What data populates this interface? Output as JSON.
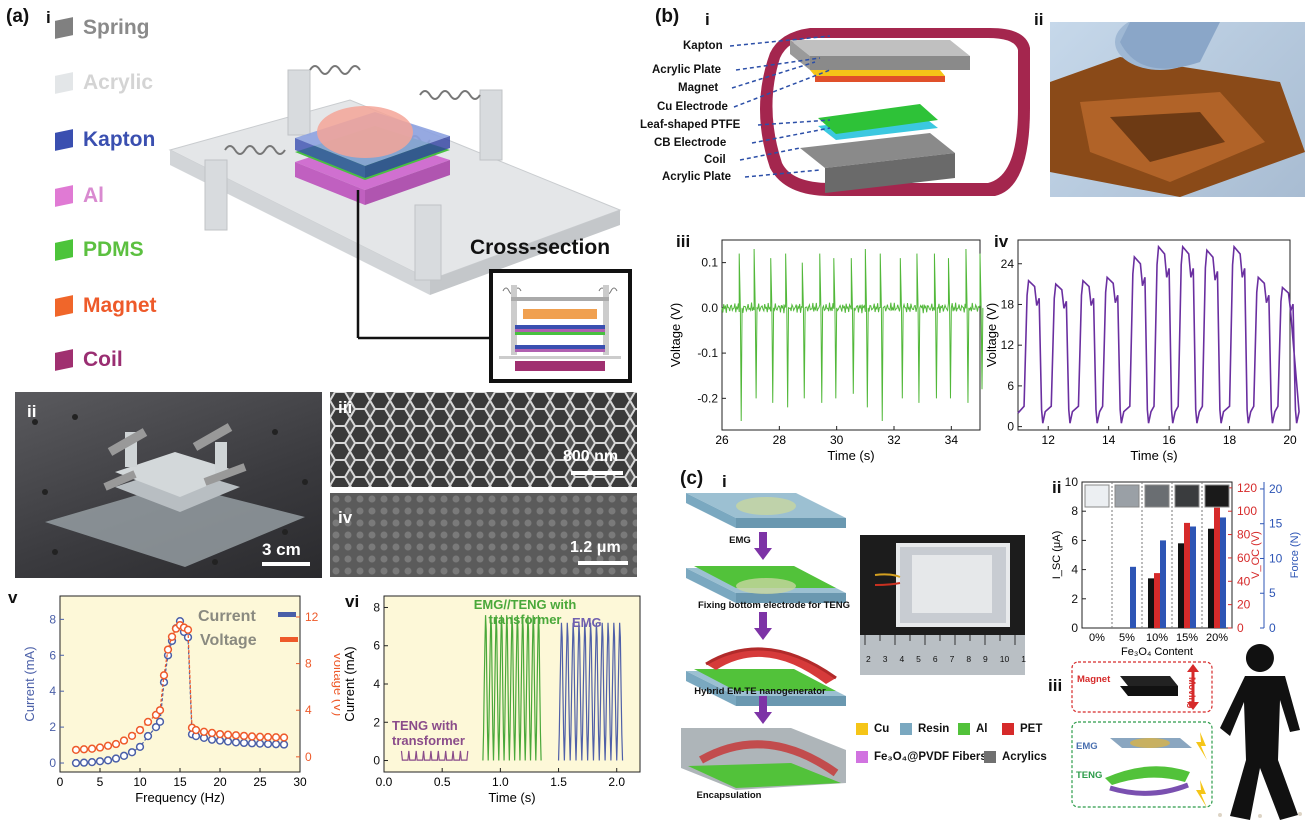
{
  "panel_a": {
    "label": "(a)",
    "sub_i": "i",
    "legend": [
      {
        "label": "Spring",
        "color": "#808080",
        "text_color": "#8a8a8a"
      },
      {
        "label": "Acrylic",
        "color": "#e3e6e8",
        "text_color": "#d4d4d4"
      },
      {
        "label": "Kapton",
        "color": "#3a4fb0",
        "text_color": "#3a4fb0"
      },
      {
        "label": "Al",
        "color": "#e07ad4",
        "text_color": "#d98ad0"
      },
      {
        "label": "PDMS",
        "color": "#4cc43a",
        "text_color": "#5cc040"
      },
      {
        "label": "Magnet",
        "color": "#f0662a",
        "text_color": "#ee5a2a"
      },
      {
        "label": "Coil",
        "color": "#a03070",
        "text_color": "#9a2e72"
      }
    ],
    "cross_section": "Cross-section",
    "sub_ii": "ii",
    "sub_iii": "iii",
    "sub_iv": "iv",
    "scale_ii": "3 cm",
    "scale_iii": "800 nm",
    "scale_iv": "1.2 μm",
    "sub_v": "v",
    "sub_vi": "vi"
  },
  "panel_b": {
    "label": "(b)",
    "sub_i": "i",
    "sub_ii": "ii",
    "layers": [
      "Kapton",
      "Acrylic Plate",
      "Magnet",
      "Cu Electrode",
      "Leaf-shaped PTFE",
      "CB Electrode",
      "Coil",
      "Acrylic Plate"
    ],
    "sub_iii": "iii",
    "sub_iv": "iv"
  },
  "panel_c": {
    "label": "(c)",
    "sub_i": "i",
    "steps": [
      "EMG",
      "Fixing bottom electrode for TENG",
      "Hybrid EM-TE nanogenerator",
      "Encapsulation"
    ],
    "legend": [
      {
        "label": "Cu",
        "color": "#f5c518"
      },
      {
        "label": "Resin",
        "color": "#7aa8c0"
      },
      {
        "label": "Al",
        "color": "#52c23a"
      },
      {
        "label": "PET",
        "color": "#d62a2a"
      },
      {
        "label": "Fe₃O₄@PVDF Fibers",
        "color": "#d173e0"
      },
      {
        "label": "Acrylics",
        "color": "#707070"
      }
    ],
    "ruler_numbers": [
      "2",
      "3",
      "4",
      "5",
      "6",
      "7",
      "8",
      "9",
      "10",
      "1"
    ],
    "sub_ii": "ii",
    "sub_iii": "iii",
    "magnet": "Magnet",
    "moving": "Moving",
    "emg": "EMG",
    "teng": "TENG"
  },
  "chart_data": [
    {
      "id": "a-v",
      "type": "line",
      "xlabel": "Frequency (Hz)",
      "ylabel": "Current (mA)",
      "y2label": "Voltage (V)",
      "xlim": [
        0,
        30
      ],
      "ylim": [
        -0.5,
        9.3
      ],
      "y2lim": [
        -1.3,
        13.8
      ],
      "xticks": [
        "0",
        "5",
        "10",
        "15",
        "20",
        "25",
        "30"
      ],
      "yticks": [
        "0",
        "2",
        "4",
        "6",
        "8"
      ],
      "y2ticks": [
        "0",
        "4",
        "8",
        "12"
      ],
      "legend": [
        "Current",
        "Voltage"
      ],
      "series": [
        {
          "name": "Current",
          "axis": "left",
          "color": "#4a5fa8",
          "x": [
            2,
            3,
            4,
            5,
            6,
            7,
            8,
            9,
            10,
            11,
            12,
            12.5,
            13,
            13.5,
            14,
            14.5,
            15,
            15.5,
            16,
            16.5,
            17,
            18,
            19,
            20,
            21,
            22,
            23,
            24,
            25,
            26,
            27,
            28
          ],
          "y": [
            0.0,
            0.02,
            0.05,
            0.1,
            0.15,
            0.25,
            0.4,
            0.6,
            0.9,
            1.5,
            2.0,
            2.3,
            4.5,
            6.0,
            6.8,
            7.5,
            7.9,
            7.3,
            7.0,
            1.6,
            1.5,
            1.4,
            1.3,
            1.25,
            1.2,
            1.15,
            1.12,
            1.1,
            1.08,
            1.06,
            1.05,
            1.03
          ]
        },
        {
          "name": "Voltage",
          "axis": "right",
          "color": "#ee5a2a",
          "x": [
            2,
            3,
            4,
            5,
            6,
            7,
            8,
            9,
            10,
            11,
            12,
            12.5,
            13,
            13.5,
            14,
            14.5,
            15,
            15.5,
            16,
            16.5,
            17,
            18,
            19,
            20,
            21,
            22,
            23,
            24,
            25,
            26,
            27,
            28
          ],
          "y": [
            0.6,
            0.65,
            0.7,
            0.8,
            0.95,
            1.1,
            1.4,
            1.8,
            2.3,
            3.0,
            3.6,
            4.0,
            7.0,
            9.2,
            10.3,
            11.0,
            11.3,
            11.1,
            10.9,
            2.5,
            2.3,
            2.15,
            2.05,
            1.95,
            1.9,
            1.85,
            1.8,
            1.75,
            1.72,
            1.7,
            1.68,
            1.66
          ]
        }
      ]
    },
    {
      "id": "a-vi",
      "type": "line",
      "xlabel": "Time (s)",
      "ylabel": "Current (mA)",
      "xlim": [
        0,
        2.2
      ],
      "ylim": [
        -0.6,
        8.6
      ],
      "xticks": [
        "0.0",
        "0.5",
        "1.0",
        "1.5",
        "2.0"
      ],
      "yticks": [
        "0",
        "2",
        "4",
        "6",
        "8"
      ],
      "annotations": [
        "EMG//TENG with transformer",
        "EMG",
        "TENG with transformer"
      ],
      "series": [
        {
          "name": "TENG with transformer",
          "color": "#8a4c8a",
          "x_range": [
            0.15,
            0.72
          ],
          "pulses": 9,
          "peak": 0.5
        },
        {
          "name": "EMG//TENG with transformer",
          "color": "#4aa83a",
          "x_range": [
            0.85,
            1.35
          ],
          "pulses": 11,
          "peak": 6.8
        },
        {
          "name": "EMG",
          "color": "#5060a8",
          "x_range": [
            1.5,
            2.05
          ],
          "pulses": 11,
          "peak": 6.4
        }
      ]
    },
    {
      "id": "b-iii",
      "type": "line",
      "xlabel": "Time (s)",
      "ylabel": "Voltage (V)",
      "xlim": [
        26,
        35
      ],
      "ylim": [
        -0.27,
        0.15
      ],
      "xticks": [
        "26",
        "28",
        "30",
        "32",
        "34"
      ],
      "yticks": [
        "0.1",
        "0.0",
        "-0.1",
        "-0.2"
      ],
      "series": [
        {
          "name": "Voltage",
          "color": "#52b83a",
          "spike_times": [
            26.6,
            27.1,
            27.7,
            28.2,
            28.8,
            29.4,
            29.9,
            30.5,
            31.0,
            31.5,
            32.2,
            32.8,
            33.4,
            33.9,
            34.5,
            35.0
          ],
          "pos_peaks": [
            0.12,
            0.13,
            0.11,
            0.12,
            0.1,
            0.12,
            0.11,
            0.11,
            0.13,
            0.12,
            0.11,
            0.12,
            0.12,
            0.11,
            0.13,
            0.12
          ],
          "neg_peaks": [
            -0.25,
            -0.2,
            -0.21,
            -0.22,
            -0.2,
            -0.21,
            -0.2,
            -0.19,
            -0.22,
            -0.25,
            -0.2,
            -0.21,
            -0.2,
            -0.2,
            -0.21,
            -0.18
          ]
        }
      ]
    },
    {
      "id": "b-iv",
      "type": "line",
      "xlabel": "Time (s)",
      "ylabel": "Voltage (V)",
      "xlim": [
        11,
        20
      ],
      "ylim": [
        -0.5,
        27.5
      ],
      "xticks": [
        "12",
        "14",
        "16",
        "18",
        "20"
      ],
      "yticks": [
        "0",
        "6",
        "12",
        "18",
        "24"
      ],
      "series": [
        {
          "name": "Voltage",
          "color": "#6a2fa0",
          "pulse_starts": [
            11.2,
            12.1,
            13.0,
            13.8,
            14.7,
            15.5,
            16.3,
            17.1,
            18.0,
            18.8,
            19.6
          ],
          "pulse_levels": [
            21.5,
            21.0,
            21.5,
            22.0,
            25.0,
            26.5,
            26.5,
            26.0,
            26.5,
            22.0,
            20.5
          ]
        }
      ]
    },
    {
      "id": "c-ii",
      "type": "bar",
      "categories": [
        "0%",
        "5%",
        "10%",
        "15%",
        "20%"
      ],
      "xlabel": "Fe₃O₄ Content",
      "ylabel": "I_SC (μA)",
      "y2label": "V_OC (V)",
      "y3label": "Force (N)",
      "ylim": [
        0,
        10
      ],
      "y2lim": [
        0,
        125
      ],
      "y3lim": [
        0,
        21
      ],
      "yticks": [
        "0",
        "2",
        "4",
        "6",
        "8",
        "10"
      ],
      "y2ticks": [
        "0",
        "20",
        "40",
        "60",
        "80",
        "100",
        "120"
      ],
      "y3ticks": [
        "0",
        "5",
        "10",
        "15",
        "20"
      ],
      "series": [
        {
          "name": "I_SC",
          "axis": "left",
          "color": "#111111",
          "values": [
            0,
            0,
            3.4,
            5.8,
            6.8
          ]
        },
        {
          "name": "V_OC",
          "axis": "right",
          "color": "#d62a2a",
          "values": [
            0,
            0,
            47,
            90,
            103
          ]
        },
        {
          "name": "Force",
          "axis": "right2",
          "color": "#2d55b5",
          "values": [
            0,
            8.8,
            12.6,
            14.6,
            15.9
          ]
        }
      ]
    }
  ]
}
